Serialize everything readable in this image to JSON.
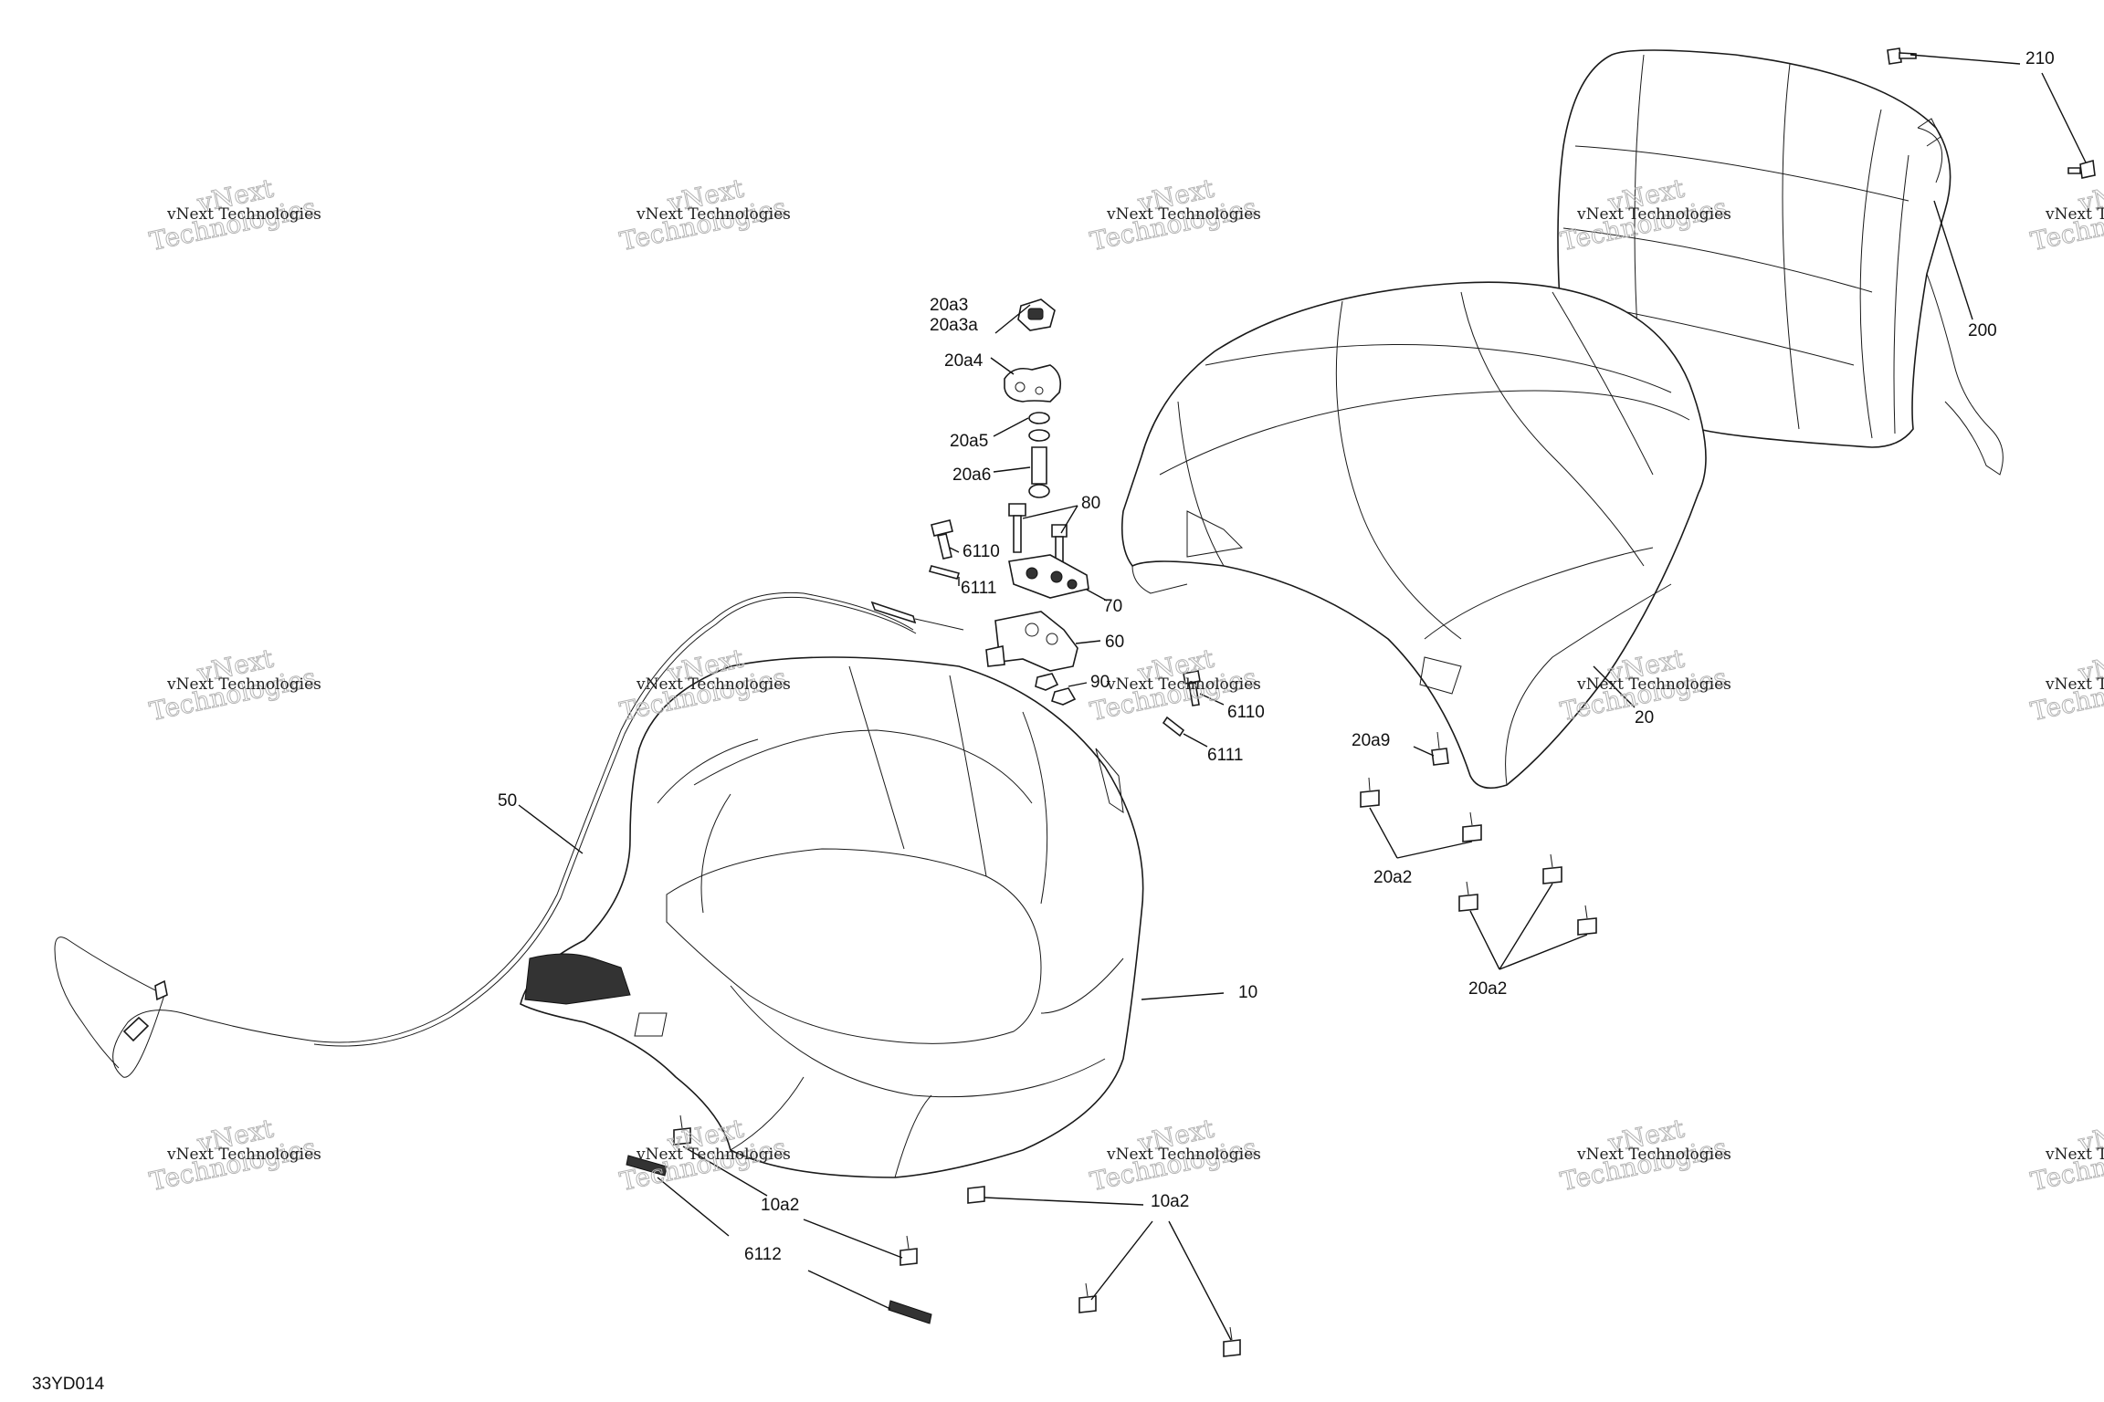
{
  "callouts": {
    "l210": "210",
    "l200": "200",
    "l20": "20",
    "l20a3": "20a3",
    "l20a3a": "20a3a",
    "l20a4": "20a4",
    "l20a5": "20a5",
    "l20a6": "20a6",
    "l80": "80",
    "l6110_top": "6110",
    "l6111_top": "6111",
    "l70": "70",
    "l60": "60",
    "l90": "90",
    "l6110_mid": "6110",
    "l6111_mid": "6111",
    "l20a9": "20a9",
    "l20a2_a": "20a2",
    "l20a2_b": "20a2",
    "l50": "50",
    "l10": "10",
    "l10a2_a": "10a2",
    "l10a2_b": "10a2",
    "l6112": "6112"
  },
  "diagram_code": "33YD014",
  "watermark": {
    "line1": "vNext Technologies",
    "line2_a": "vNext",
    "line2_b": "Technologies"
  }
}
